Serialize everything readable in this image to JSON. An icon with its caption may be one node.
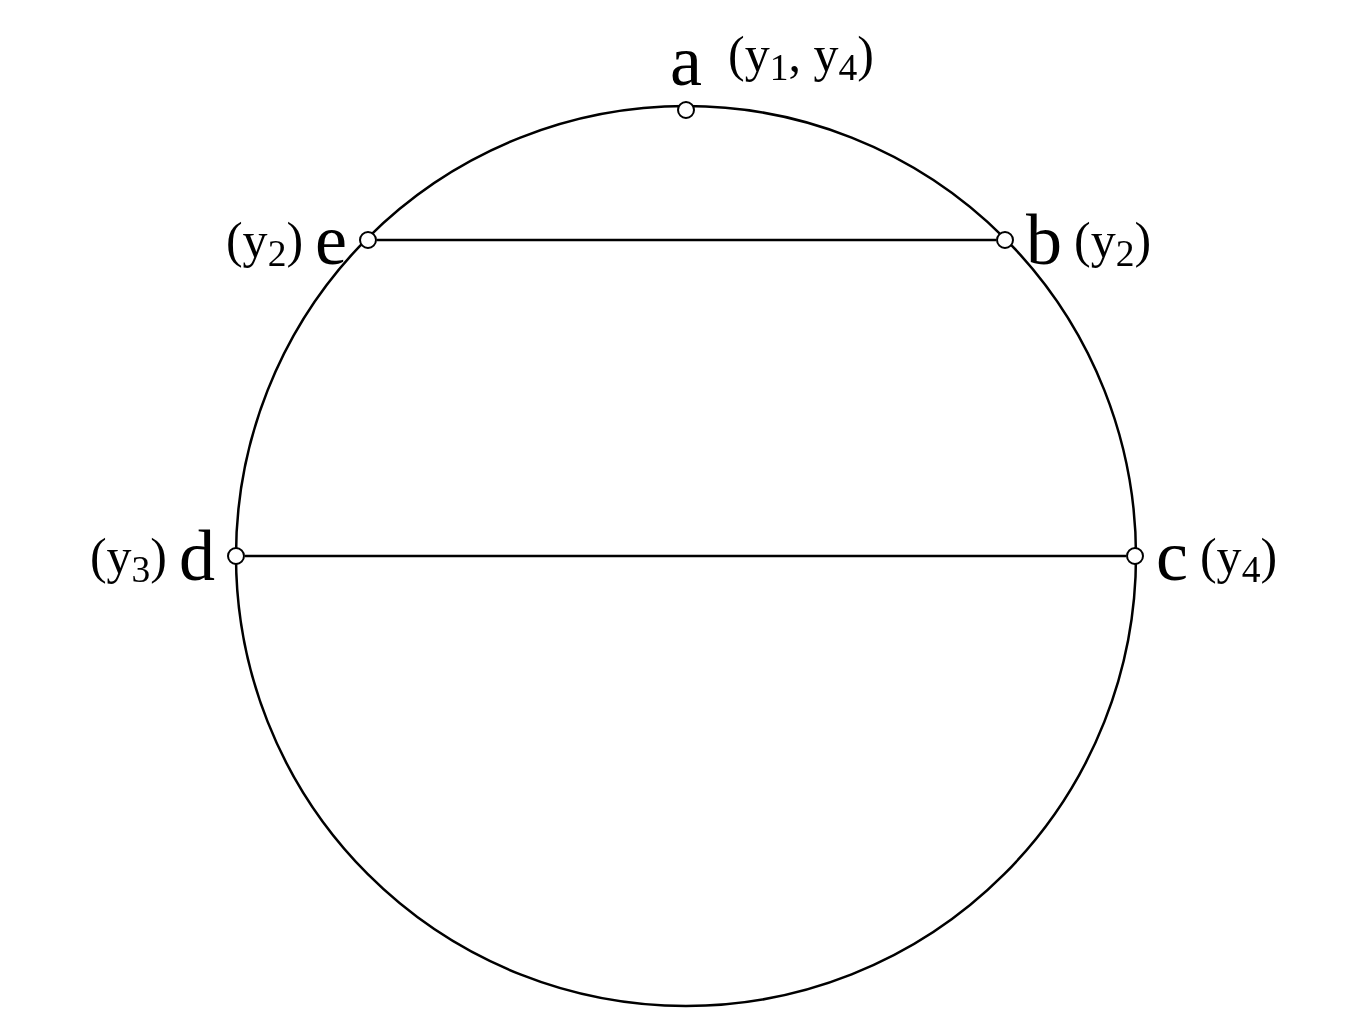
{
  "diagram": {
    "nodes": [
      {
        "text": [
          "a"
        ],
        "beside": [
          "(y$_{1}$, y$_{4}$)"
        ]
      },
      {
        "text": [
          "e"
        ],
        "beside": [
          "(y$_{2}$)"
        ]
      },
      {
        "text": [
          "b"
        ],
        "beside": [
          "(y$_{2}$)"
        ]
      },
      {
        "text": [
          "d"
        ],
        "beside": [
          "(y$_{3}$)"
        ]
      },
      {
        "text": [
          "c"
        ],
        "beside": [
          "(y$_{4}$)"
        ]
      }
    ],
    "edges": [
      {
        "from": 1,
        "to": 2,
        "arrow": "none"
      },
      {
        "from": 3,
        "to": 4,
        "arrow": "none"
      }
    ]
  }
}
